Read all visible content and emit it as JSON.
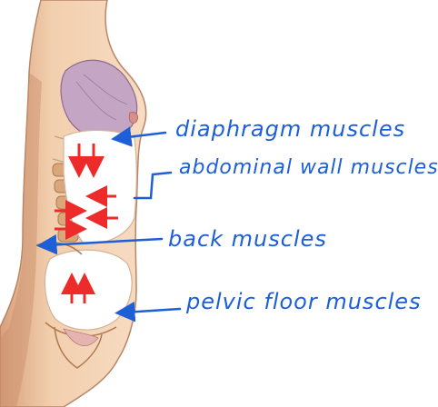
{
  "labels": {
    "diaphragm": "diaphragm muscles",
    "abdominal": "abdominal wall muscles",
    "back": "back muscles",
    "pelvic": "pelvic floor muscles"
  },
  "colors": {
    "annotation_blue": "#1d5fd6",
    "force_arrow_red": "#ee2b2b",
    "skin": "#f2cfae",
    "skin_shadow": "#e0ad88",
    "breast_tissue": "#c4a6c4",
    "cavity_white": "#ffffff",
    "spine": "#d9a77a"
  },
  "icons": {
    "force_arrows": "red-arrow-icon",
    "leader_arrows": "blue-arrow-icon"
  }
}
